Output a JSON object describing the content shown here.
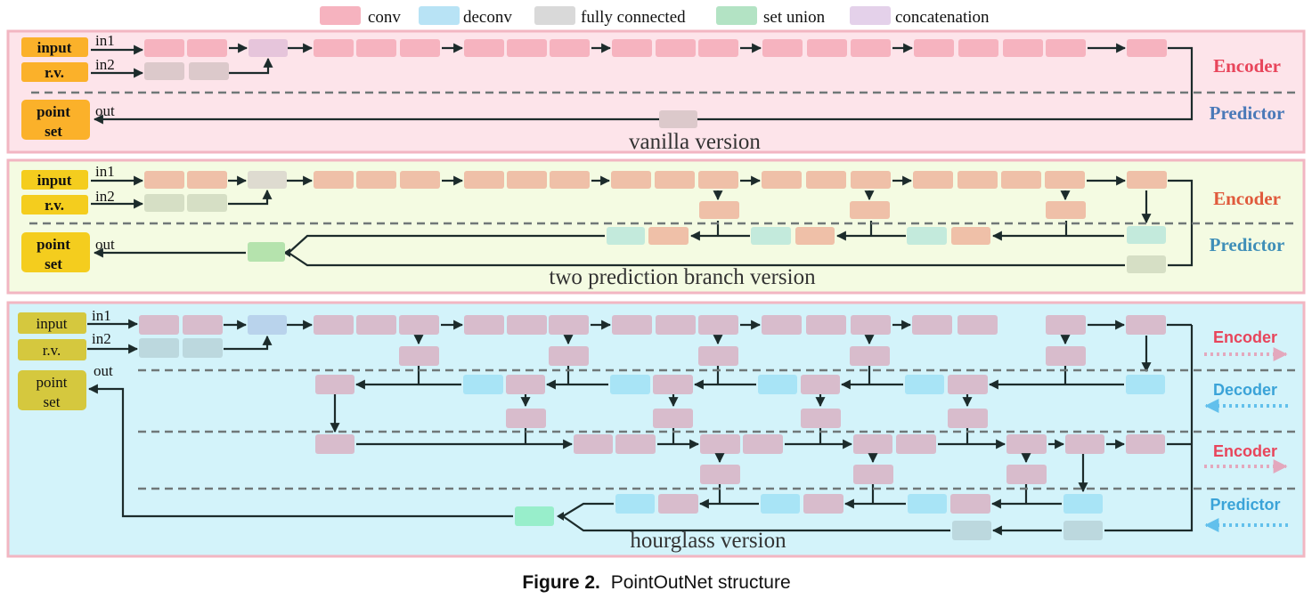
{
  "legend": [
    {
      "label": "conv",
      "color": "#f6b3bf"
    },
    {
      "label": "deconv",
      "color": "#b8e3f5"
    },
    {
      "label": "fully connected",
      "color": "#d9d9d9"
    },
    {
      "label": "set union",
      "color": "#b3e3c4"
    },
    {
      "label": "concatenation",
      "color": "#e4d1ea"
    }
  ],
  "common": {
    "input_label": "input",
    "rv_label": "r.v.",
    "in1_label": "in1",
    "in2_label": "in2",
    "out_label": "out",
    "point_set_line1": "point",
    "point_set_line2": "set"
  },
  "panels": [
    {
      "caption": "vanilla version",
      "stage_labels": [
        {
          "text": "Encoder",
          "color": "#e8455b"
        },
        {
          "text": "Predictor",
          "color": "#4a79b8"
        }
      ]
    },
    {
      "caption": "two prediction branch version",
      "stage_labels": [
        {
          "text": "Encoder",
          "color": "#e05a3c"
        },
        {
          "text": "Predictor",
          "color": "#3f8fb8"
        }
      ]
    },
    {
      "caption": "hourglass version",
      "stage_labels": [
        {
          "text": "Encoder",
          "color": "#e8455b"
        },
        {
          "text": "Decoder",
          "color": "#3aa3d8"
        },
        {
          "text": "Encoder",
          "color": "#e8455b"
        },
        {
          "text": "Predictor",
          "color": "#3aa3d8"
        }
      ]
    }
  ],
  "figure_caption": {
    "label": "Figure 2.",
    "text": "PointOutNet structure"
  },
  "colors": {
    "panel1_bg": "#fde4ea",
    "panel2_bg": "#f4fbe2",
    "panel3_bg": "#d3f3fa",
    "panel_border": "#f2b6c2",
    "arrow": "#1c2b2b",
    "dashed": "#707878",
    "p1_conv": "#f6b3bf",
    "p1_fc": "#dcc9cb",
    "p1_concat": "#e6c5db",
    "p1_input": "#fbb12a",
    "p2_conv": "#efc0a8",
    "p2_fc": "#d6dfc5",
    "p2_concat": "#dedbd0",
    "p2_deconv": "#c3eadc",
    "p2_union": "#b5e3ad",
    "p2_input": "#f4cd1e",
    "p3_conv": "#d8bccc",
    "p3_fc": "#bcd8de",
    "p3_concat": "#b9d3ec",
    "p3_deconv": "#a8e4f6",
    "p3_union": "#98eecb",
    "p3_input": "#d5c83e",
    "hg_encoder_arrow": "#e3a8bd",
    "hg_decoder_arrow": "#62c0ec"
  }
}
